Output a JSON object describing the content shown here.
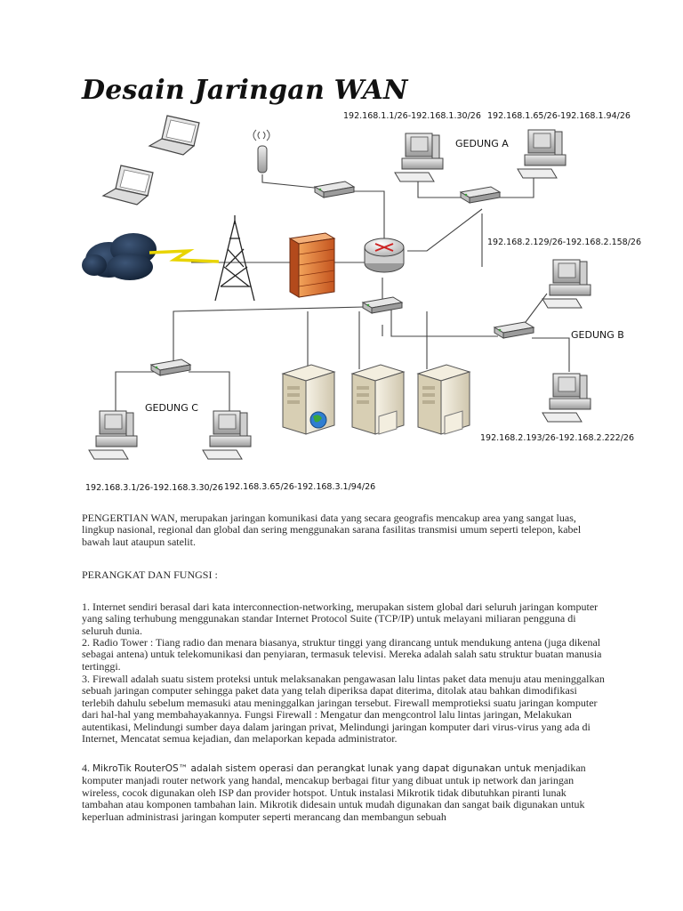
{
  "title": "Desain Jaringan WAN",
  "diagram": {
    "labels": {
      "a1": "192.168.1.1/26-192.168.1.30/26",
      "a2": "192.168.1.65/26-192.168.1.94/26",
      "gedung_a": "GEDUNG A",
      "b1": "192.168.2.129/26-192.168.2.158/26",
      "gedung_b": "GEDUNG B",
      "b2": "192.168.2.193/26-192.168.2.222/26",
      "gedung_c": "GEDUNG C",
      "c1": "192.168.3.1/26-192.168.3.30/26",
      "c2": "192.168.3.65/26-192.168.3.1/94/26"
    }
  },
  "body": {
    "intro": "PENGERTIAN WAN, merupakan jaringan komunikasi data yang secara geografis mencakup area yang sangat luas, lingkup nasional, regional dan global dan sering menggunakan sarana fasilitas transmisi umum seperti telepon, kabel bawah laut ataupun satelit.",
    "heading": "PERANGKAT DAN FUNGSI :",
    "p1": "1. Internet sendiri berasal dari kata interconnection-networking, merupakan sistem global dari seluruh jaringan komputer yang saling terhubung menggunakan standar Internet Protocol Suite (TCP/IP) untuk melayani miliaran pengguna di seluruh dunia.",
    "p2": "2. Radio Tower : Tiang radio dan menara biasanya, struktur tinggi yang dirancang untuk mendukung antena (juga dikenal sebagai antena) untuk telekomunikasi dan penyiaran, termasuk televisi. Mereka adalah salah satu struktur buatan manusia tertinggi.",
    "p3": "3. Firewall adalah suatu sistem proteksi untuk melaksanakan pengawasan lalu lintas paket data menuju atau meninggalkan sebuah jaringan computer sehingga paket data yang telah diperiksa dapat diterima, ditolak atau bahkan dimodifikasi terlebih dahulu sebelum memasuki atau meninggalkan jaringan tersebut. Firewall memprotieksi suatu jaringan komputer dari hal-hal yang membahayakannya. Fungsi Firewall : Mengatur dan mengcontrol lalu lintas jaringan, Melakukan autentikasi, Melindungi sumber daya dalam jaringan privat, Melindungi jaringan komputer dari virus-virus yang ada di Internet, Mencatat semua kejadian, dan melaporkan kepada administrator.",
    "p4_prefix": "4. ",
    "p4_mk": "MikroTik RouterOS™ adalah sistem operasi dan perangkat lunak yang dapat digunakan untuk menj",
    "p4_rest": "adikan komputer manjadi router network yang handal, mencakup berbagai fitur yang dibuat untuk ip network dan jaringan wireless, cocok digunakan oleh ISP dan provider hotspot. Untuk instalasi Mikrotik tidak dibutuhkan piranti lunak tambahan atau komponen tambahan lain. Mikrotik didesain untuk mudah digunakan dan sangat baik digunakan untuk keperluan administrasi jaringan komputer seperti merancang dan membangun sebuah"
  }
}
